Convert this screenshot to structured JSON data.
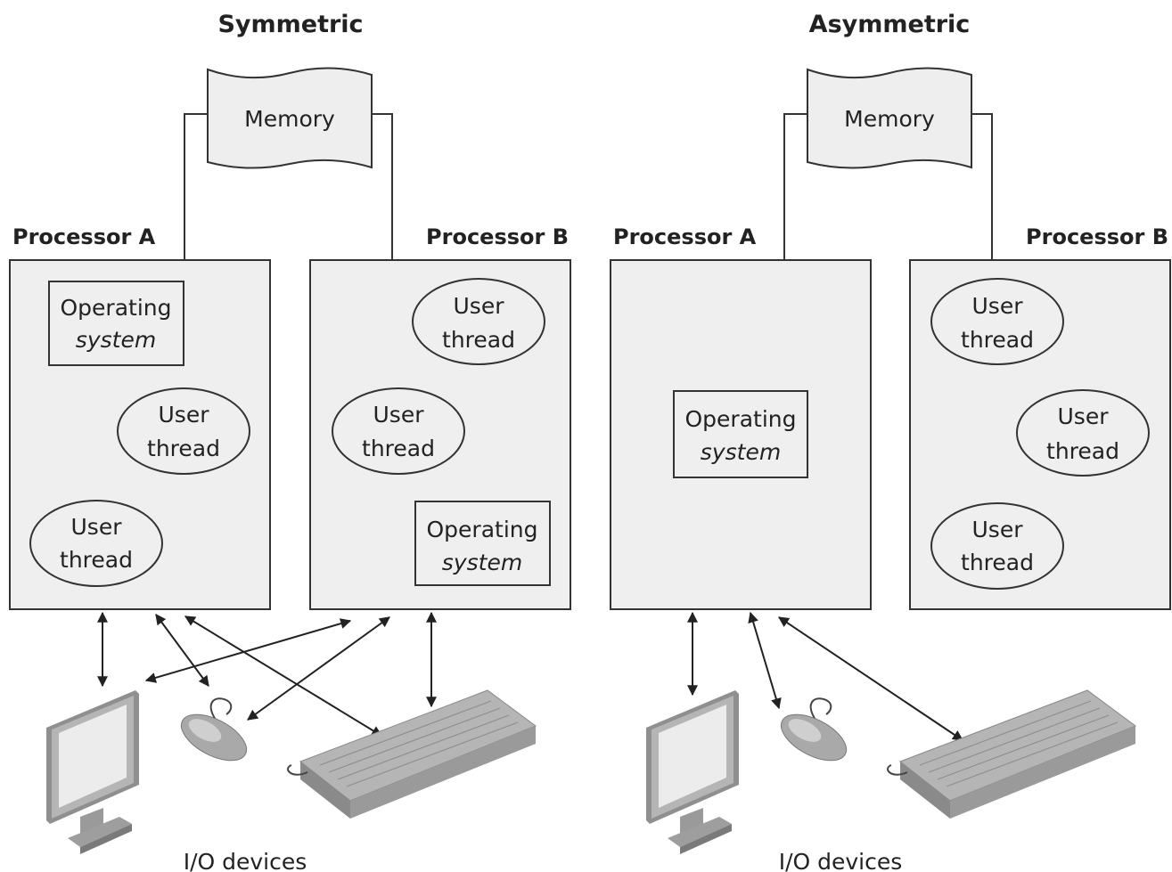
{
  "symmetric": {
    "title": "Symmetric",
    "memory_label": "Memory",
    "processor_a": {
      "label": "Processor A",
      "os_line1": "Operating",
      "os_line2": "system",
      "thread1_line1": "User",
      "thread1_line2": "thread",
      "thread2_line1": "User",
      "thread2_line2": "thread"
    },
    "processor_b": {
      "label": "Processor B",
      "os_line1": "Operating",
      "os_line2": "system",
      "thread1_line1": "User",
      "thread1_line2": "thread",
      "thread2_line1": "User",
      "thread2_line2": "thread"
    },
    "io_label": "I/O devices"
  },
  "asymmetric": {
    "title": "Asymmetric",
    "memory_label": "Memory",
    "processor_a": {
      "label": "Processor A",
      "os_line1": "Operating",
      "os_line2": "system"
    },
    "processor_b": {
      "label": "Processor B",
      "thread1_line1": "User",
      "thread1_line2": "thread",
      "thread2_line1": "User",
      "thread2_line2": "thread",
      "thread3_line1": "User",
      "thread3_line2": "thread"
    },
    "io_label": "I/O devices"
  },
  "icons": [
    "monitor-icon",
    "mouse-icon",
    "keyboard-icon"
  ],
  "colors": {
    "box_fill": "#efefef",
    "stroke": "#333333",
    "device_gray": "#a9a9a9"
  }
}
